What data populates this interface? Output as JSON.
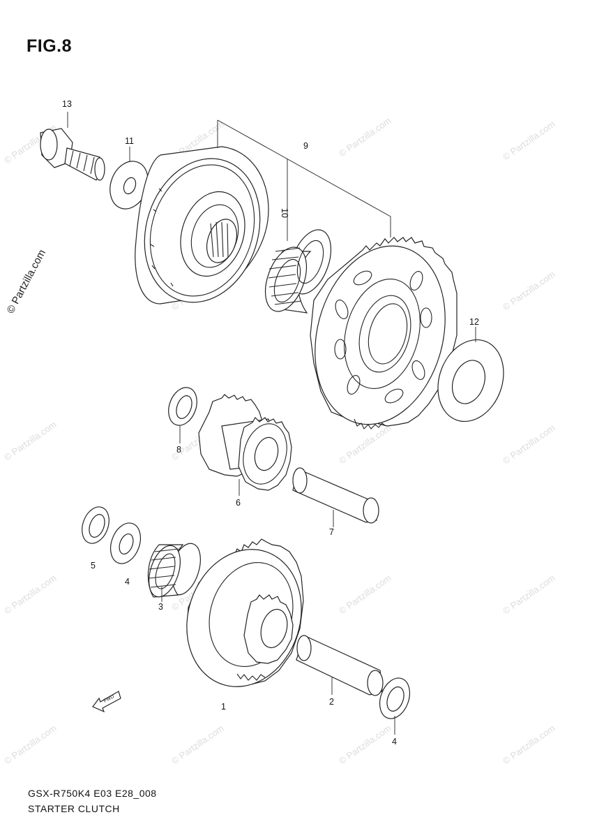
{
  "figure": {
    "title": "FIG.8",
    "footer_code": "GSX-R750K4 E03 E28_008",
    "footer_name": "STARTER CLUTCH"
  },
  "watermark": {
    "text": "© Partzilla.com"
  },
  "callouts": {
    "c1": "1",
    "c2": "2",
    "c3": "3",
    "c4a": "4",
    "c4b": "4",
    "c5": "5",
    "c6": "6",
    "c7": "7",
    "c8": "8",
    "c9": "9",
    "c10": "10",
    "c11": "11",
    "c12": "12",
    "c13": "13"
  },
  "direction_arrow": {
    "label": "FWD"
  }
}
